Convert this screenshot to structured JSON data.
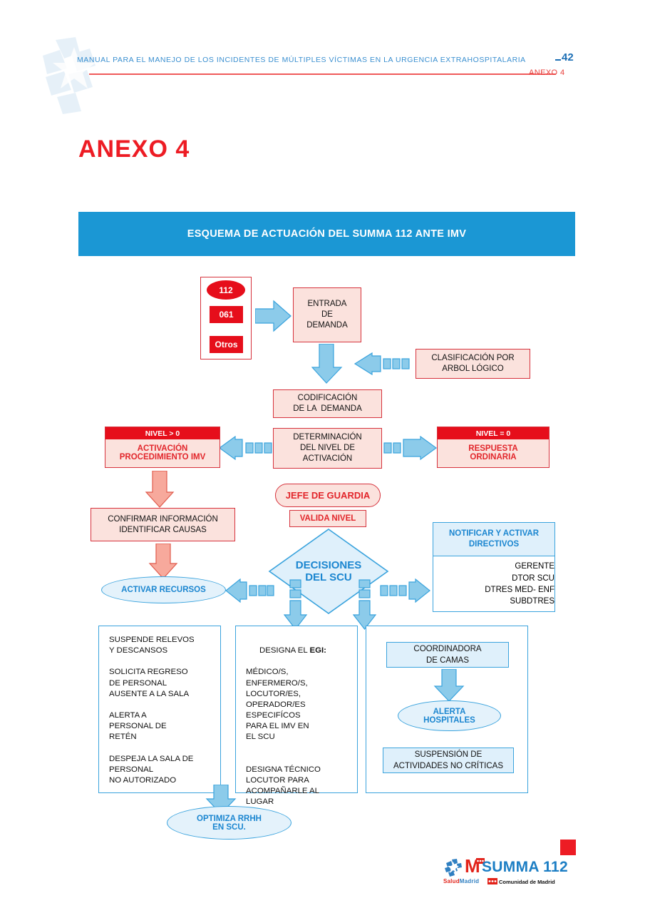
{
  "header": {
    "title": "MANUAL PARA EL MANEJO DE LOS INCIDENTES DE MÚLTIPLES VÍCTIMAS EN LA URGENCIA EXTRAHOSPITALARIA",
    "page_number": "42",
    "section": "ANEXO 4"
  },
  "page": {
    "title": "ANEXO 4",
    "banner": "ESQUEMA DE ACTUACIÓN DEL SUMMA 112 ANTE IMV"
  },
  "flow": {
    "sources": {
      "item1": "112",
      "item2": "061",
      "item3": "Otros"
    },
    "entrada": {
      "l1": "ENTRADA",
      "l2": "DE",
      "l3": "DEMANDA"
    },
    "clasificacion": {
      "l1": "CLASIFICACIÓN POR",
      "l2": "ARBOL LÓGICO"
    },
    "codificacion": {
      "l1": "CODIFICACIÓN",
      "l2": "DE LA  DEMANDA"
    },
    "determinacion": {
      "l1": "DETERMINACIÓN",
      "l2": "DEL NIVEL DE",
      "l3": "ACTIVACIÓN"
    },
    "nivel_mayor": {
      "header": "NIVEL > 0",
      "l1": "ACTIVACIÓN",
      "l2": "PROCEDIMIENTO IMV"
    },
    "nivel_igual": {
      "header": "NIVEL = 0",
      "l1": "RESPUESTA",
      "l2": "ORDINARIA"
    },
    "confirmar": {
      "l1": "CONFIRMAR INFORMACIÓN",
      "l2": "IDENTIFICAR CAUSAS"
    },
    "jefe_guardia": "JEFE DE GUARDIA",
    "valida_nivel": "VALIDA NIVEL",
    "decisiones": {
      "l1": "DECISIONES",
      "l2": "DEL SCU"
    },
    "activar_recursos": "ACTIVAR RECURSOS",
    "notificar": {
      "header_l1": "NOTIFICAR Y ACTIVAR",
      "header_l2": "DIRECTIVOS",
      "body_l1": "GERENTE",
      "body_l2": "DTOR SCU",
      "body_l3": "DTRES MED- ENF",
      "body_l4": "SUBDTRES"
    },
    "panel_left": "SUSPENDE RELEVOS\nY DESCANSOS\n\nSOLICITA REGRESO\nDE PERSONAL\nAUSENTE A LA SALA\n\nALERTA A\nPERSONAL DE\nRETÉN\n\nDESPEJA LA SALA DE\nPERSONAL\nNO AUTORIZADO",
    "panel_mid_prefix": "DESIGNA EL ",
    "panel_mid_bold": "EGI:",
    "panel_mid_body": "MÉDICO/S,\nENFERMERO/S,\nLOCUTOR/ES,\nOPERADOR/ES\nESPECIFÍCOS\nPARA EL IMV EN\nEL SCU\n\n\nDESIGNA TÉCNICO\nLOCUTOR PARA\nACOMPAÑARLE AL\nLUGAR",
    "coordinadora": {
      "l1": "COORDINADORA",
      "l2": "DE CAMAS"
    },
    "alerta_hospitales": {
      "l1": "ALERTA",
      "l2": "HOSPITALES"
    },
    "suspension": {
      "l1": "SUSPENSIÓN DE",
      "l2": "ACTIVIDADES NO CRÍTICAS"
    },
    "optimiza": {
      "l1": "OPTIMIZA RRHH",
      "l2": "EN SCU."
    }
  },
  "footer": {
    "summa": "SUMMA 112",
    "salud_1": "Salud",
    "salud_2": "Madrid",
    "comunidad": "Comunidad de Madrid"
  },
  "colors": {
    "brand_blue": "#1b97d4",
    "brand_red": "#ed1c24",
    "pink_fill": "#fbe2dd",
    "red_border": "#d6323c",
    "light_blue_fill": "#dff0fb",
    "arrow_blue": "#7cc3e8",
    "arrow_pink": "#f4a79b"
  }
}
